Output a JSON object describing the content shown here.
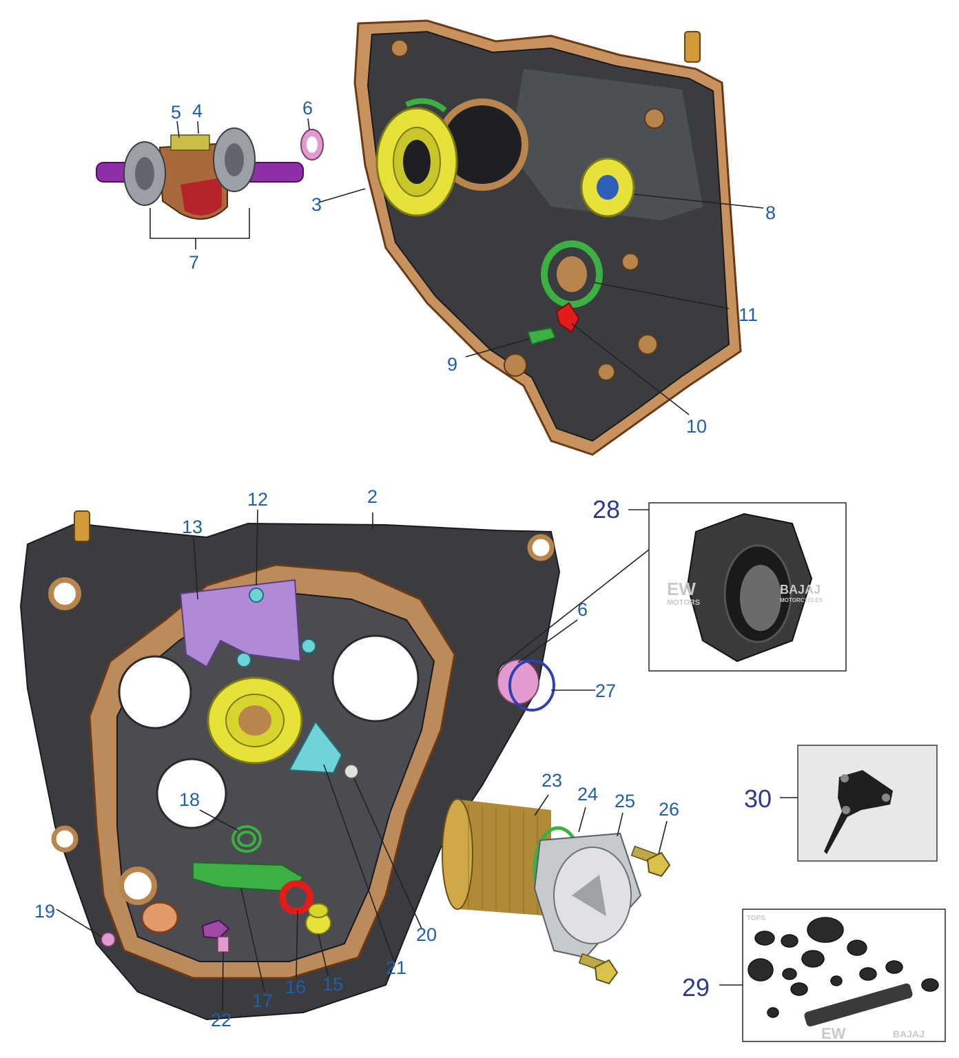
{
  "callouts": {
    "c2": "2",
    "c3": "3",
    "c4": "4",
    "c5": "5",
    "c6a": "6",
    "c6b": "6",
    "c7": "7",
    "c8": "8",
    "c9": "9",
    "c10": "10",
    "c11": "11",
    "c12": "12",
    "c13": "13",
    "c15": "15",
    "c16": "16",
    "c17": "17",
    "c18": "18",
    "c19": "19",
    "c20": "20",
    "c21": "21",
    "c22": "22",
    "c23": "23",
    "c24": "24",
    "c25": "25",
    "c26": "26",
    "c27": "27",
    "c28": "28",
    "c29": "29",
    "c30": "30"
  },
  "watermarks": {
    "ew": "EW",
    "motors": "MOTORS",
    "bajaj": "BAJAJ",
    "motorcycles": "MOTORCYCLES",
    "tops": "TOPS"
  },
  "colors": {
    "gasket": "#c8925e",
    "case": "#3a3c40",
    "bearing_yellow": "#e6e23a",
    "seal_green": "#3cb043",
    "cover_purple": "#b08ad6",
    "bracket_cyan": "#6fd3d8",
    "ring_red": "#e21b1b",
    "clip_blue": "#2f3fb3",
    "spacer_pink": "#e29bcf",
    "shaft_purple": "#8e2fa8",
    "callout_blue": "#1f5fa8"
  },
  "icons": {
    "crankshaft": "crankshaft-icon",
    "bearing": "bearing-icon",
    "oil-filter": "oil-filter-icon",
    "bolt": "bolt-icon",
    "bushing": "bushing-icon",
    "tool": "tool-icon"
  }
}
